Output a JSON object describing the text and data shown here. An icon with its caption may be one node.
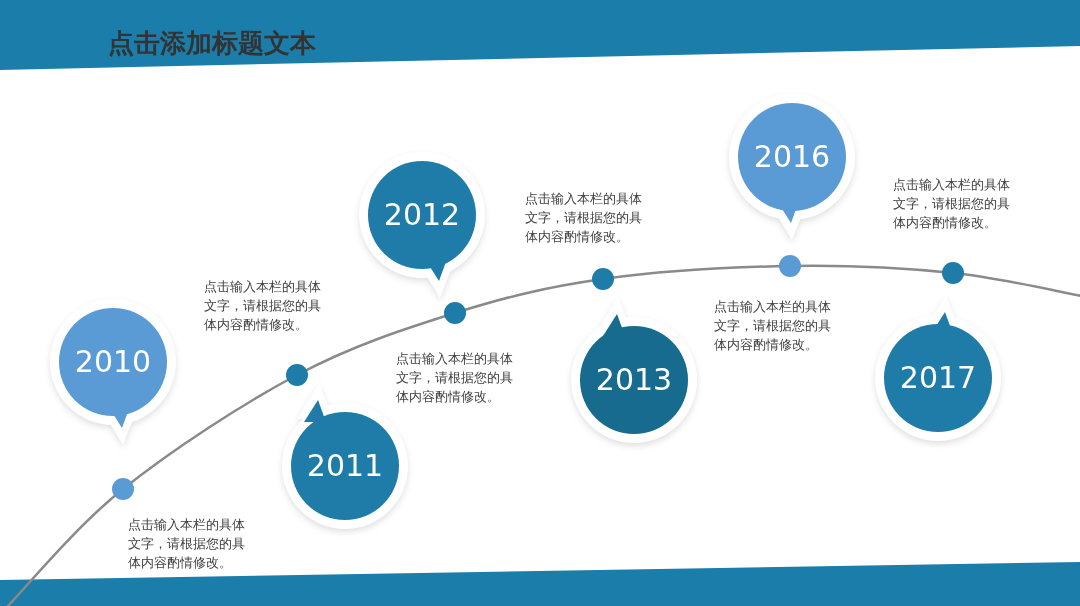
{
  "diagram": {
    "title": "点击添加标题文本",
    "nodes": [
      {
        "text": [
          "2010"
        ]
      },
      {
        "text": [
          "2011"
        ]
      },
      {
        "text": [
          "2012"
        ]
      },
      {
        "text": [
          "2013"
        ]
      },
      {
        "text": [
          "2016"
        ]
      },
      {
        "text": [
          "2017"
        ]
      }
    ],
    "labels": [
      "点击输入本栏的具体文字，请根据您的具体内容酌情修改。",
      "点击输入本栏的具体文字，请根据您的具体内容酌情修改。",
      "点击输入本栏的具体文字，请根据您的具体内容酌情修改。",
      "点击输入本栏的具体文字，请根据您的具体内容酌情修改。",
      "点击输入本栏的具体文字，请根据您的具体内容酌情修改。",
      "点击输入本栏的具体文字，请根据您的具体内容酌情修改。"
    ]
  }
}
